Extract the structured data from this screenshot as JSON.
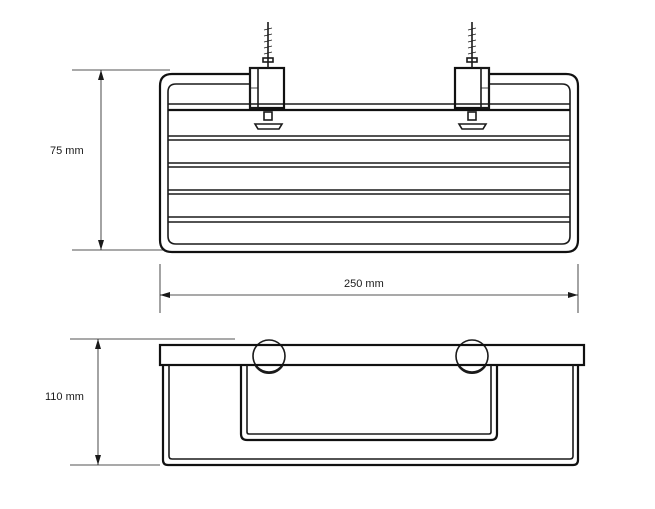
{
  "dimensions": {
    "height_front": "75 mm",
    "width": "250 mm",
    "depth_top": "110 mm"
  }
}
